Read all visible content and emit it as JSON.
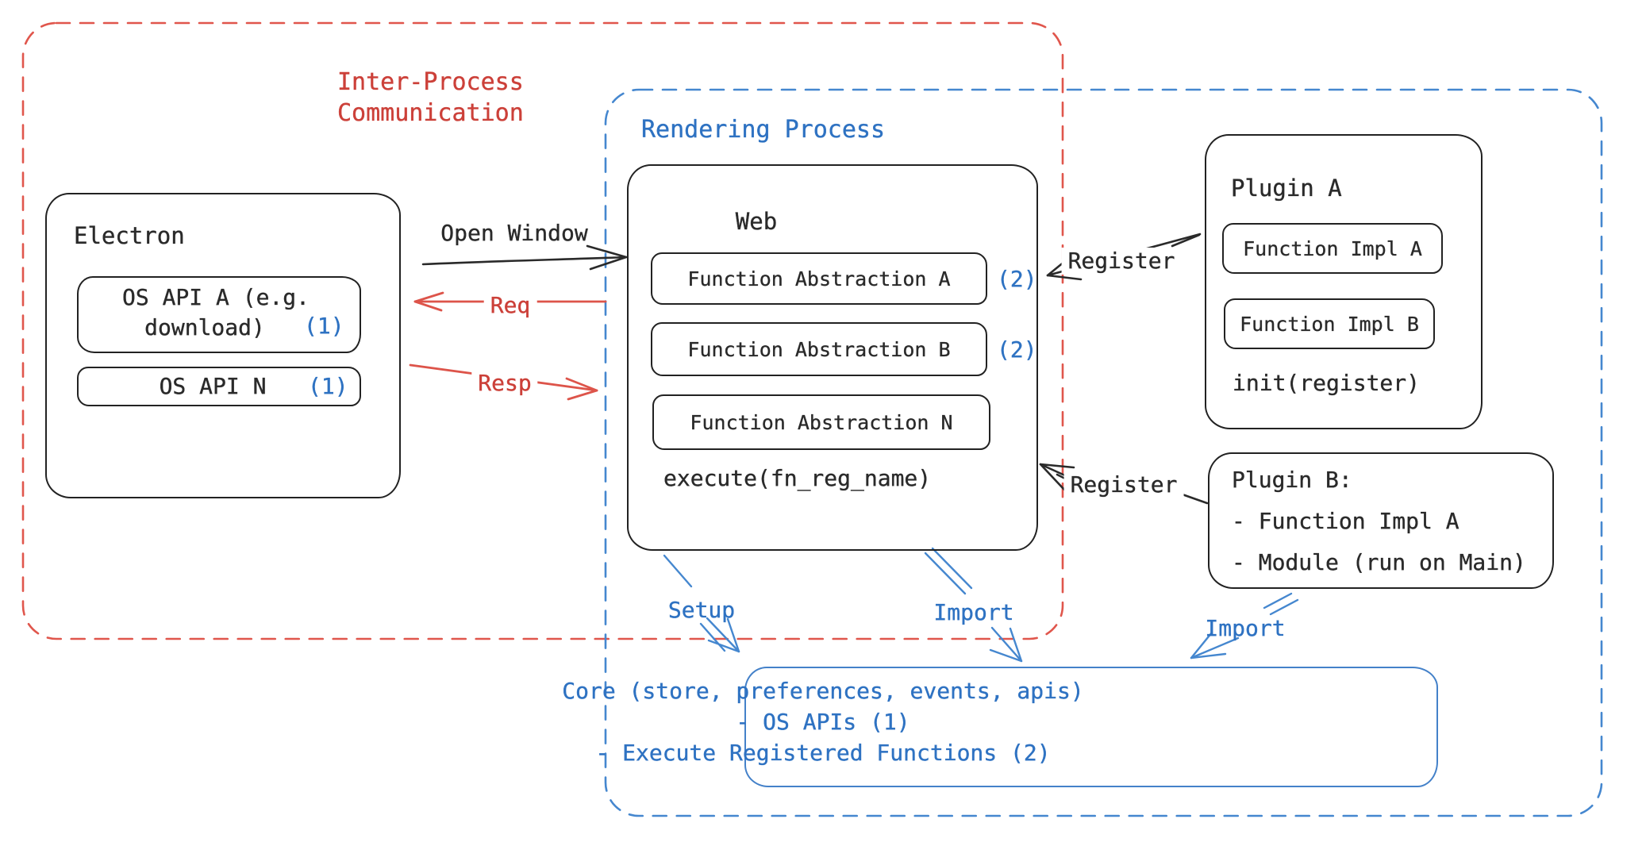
{
  "colors": {
    "red_accent": "#cc4039",
    "blue_accent": "#2e72c2",
    "stroke_black": "#2a2a2a"
  },
  "ipc": {
    "label_line1": "Inter-Process",
    "label_line2": "Communication"
  },
  "rendering_process": {
    "label": "Rendering Process"
  },
  "electron": {
    "title": "Electron",
    "os_api_a": {
      "line1": "OS API A (e.g.",
      "line2": "download)",
      "badge": "(1)"
    },
    "os_api_n": {
      "label": "OS API N",
      "badge": "(1)"
    }
  },
  "web": {
    "title": "Web",
    "fn_abstraction_a": {
      "label": "Function Abstraction A",
      "badge": "(2)"
    },
    "fn_abstraction_b": {
      "label": "Function Abstraction B",
      "badge": "(2)"
    },
    "fn_abstraction_n": {
      "label": "Function Abstraction N"
    },
    "execute_label": "execute(fn_reg_name)"
  },
  "plugin_a": {
    "title": "Plugin A",
    "fn_impl_a": "Function Impl A",
    "fn_impl_b": "Function Impl B",
    "init_label": "init(register)"
  },
  "plugin_b": {
    "title": "Plugin B:",
    "item_1": "- Function Impl A",
    "item_2": "- Module (run on Main)"
  },
  "core": {
    "line1": "Core (store, preferences, events, apis)",
    "line2": "- OS APIs (1)",
    "line3": "- Execute Registered Functions (2)"
  },
  "arrows": {
    "open_window": "Open Window",
    "req": "Req",
    "resp": "Resp",
    "register_top": "Register",
    "register_bottom": "Register",
    "setup": "Setup",
    "import_mid": "Import",
    "import_right": "Import"
  }
}
